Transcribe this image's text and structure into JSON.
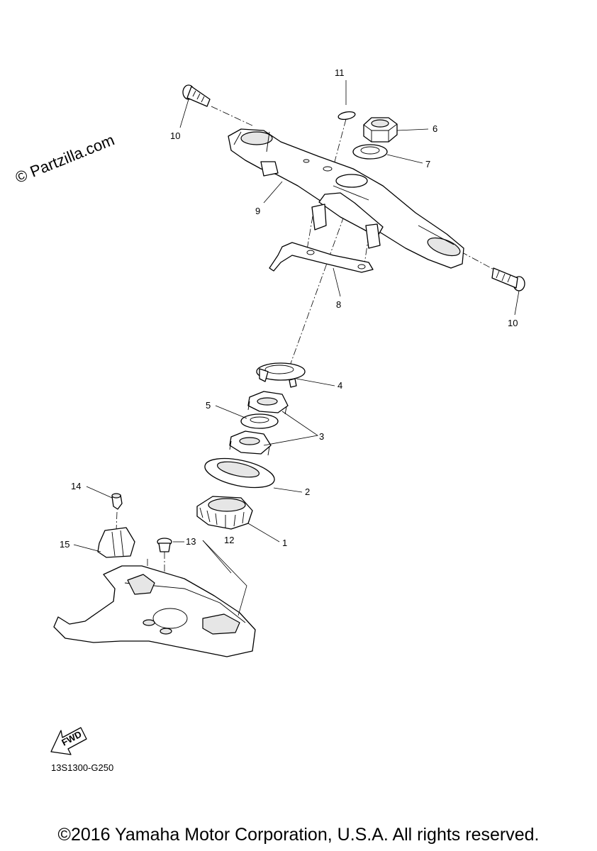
{
  "watermark": "© Partzilla.com",
  "diagram_code": "13S1300-G250",
  "copyright": "©2016 Yamaha Motor Corporation, U.S.A. All rights reserved.",
  "fwd_label": "FWD",
  "callouts": {
    "c1": "1",
    "c2": "2",
    "c3": "3",
    "c4": "4",
    "c5": "5",
    "c6": "6",
    "c7": "7",
    "c8": "8",
    "c9": "9",
    "c10a": "10",
    "c10b": "10",
    "c11": "11",
    "c12": "12",
    "c13": "13",
    "c14": "14",
    "c15": "15"
  }
}
